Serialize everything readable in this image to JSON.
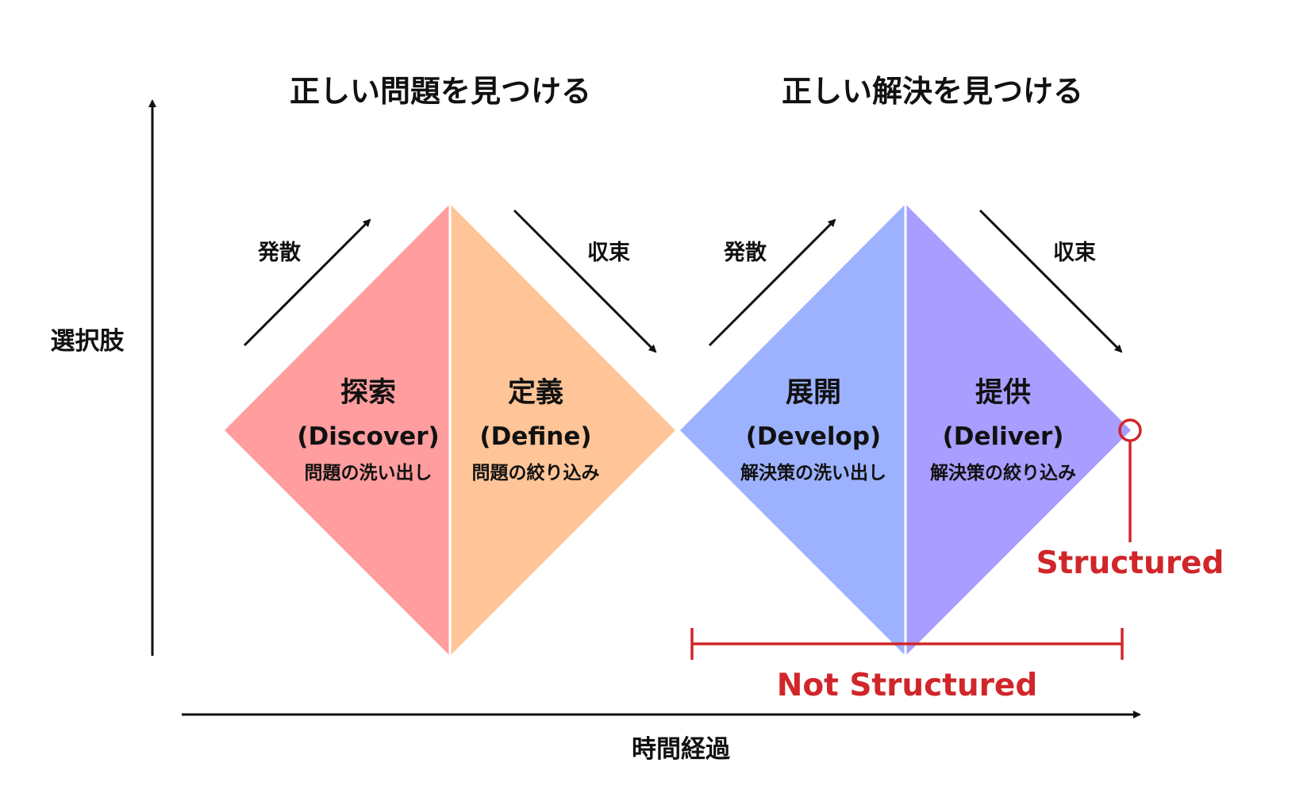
{
  "headings": {
    "left": "正しい問題を見つける",
    "right": "正しい解決を見つける"
  },
  "axes": {
    "y_label": "選択肢",
    "x_label": "時間経過"
  },
  "arrows": {
    "diverge_1": "発散",
    "converge_1": "収束",
    "diverge_2": "発散",
    "converge_2": "収束"
  },
  "phases": [
    {
      "title": "探索",
      "english": "(Discover)",
      "desc": "問題の洗い出し",
      "color": "#ff9d9f"
    },
    {
      "title": "定義",
      "english": "(Define)",
      "desc": "問題の絞り込み",
      "color": "#ffc598"
    },
    {
      "title": "展開",
      "english": "(Develop)",
      "desc": "解決策の洗い出し",
      "color": "#9db2ff"
    },
    {
      "title": "提供",
      "english": "(Deliver)",
      "desc": "解決策の絞り込み",
      "color": "#a99dff"
    }
  ],
  "annotations": {
    "structured": "Structured",
    "not_structured": "Not Structured",
    "color": "#d0262a"
  }
}
